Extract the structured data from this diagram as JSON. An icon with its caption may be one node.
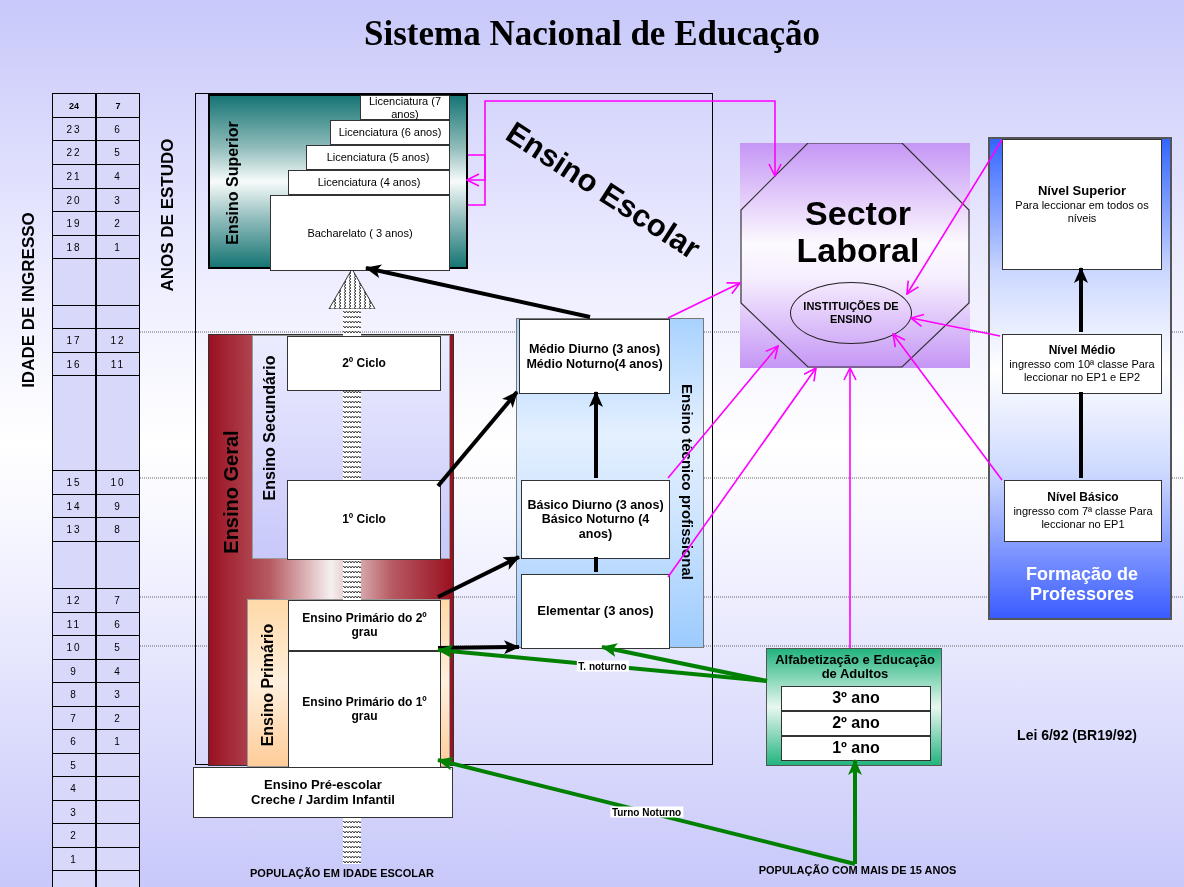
{
  "diagram": {
    "title": "Sistema Nacional de Educação",
    "nodes": [
      {
        "text": [
          "Ensino Escolar"
        ]
      },
      {
        "text": [
          "Ensino Superior"
        ],
        "in": 0
      },
      {
        "text": [
          "Licenciatura (7 anos)"
        ],
        "in": 1
      },
      {
        "text": [
          "Licenciatura (6 anos)"
        ],
        "in": 1
      },
      {
        "text": [
          "Licenciatura (5 anos)"
        ],
        "in": 1
      },
      {
        "text": [
          "Licenciatura (4 anos)"
        ],
        "in": 1
      },
      {
        "text": [
          "Bacharelato ( 3 anos)"
        ],
        "in": 1
      },
      {
        "text": [
          "Ensino Geral"
        ],
        "in": 0
      },
      {
        "text": [
          "Ensino Secundário"
        ],
        "in": 7
      },
      {
        "text": [
          "2º Ciclo"
        ],
        "in": 8
      },
      {
        "text": [
          "1º Ciclo"
        ],
        "in": 8
      },
      {
        "text": [
          "Ensino Primário"
        ],
        "in": 7
      },
      {
        "text": [
          "Ensino Primário do 2º grau"
        ],
        "in": 11
      },
      {
        "text": [
          "Ensino Primário do 1º grau"
        ],
        "in": 11
      },
      {
        "text": [
          "Ensino técnico profissional"
        ],
        "in": 0
      },
      {
        "text": [
          "Médio Diurno (3 anos)",
          "Médio Noturno(4 anos)"
        ],
        "in": 14
      },
      {
        "text": [
          "Básico Diurno (3 anos)",
          "Básico Noturno (4 anos)"
        ],
        "in": 14
      },
      {
        "text": [
          "Elementar (3 anos)"
        ],
        "in": 14
      },
      {
        "text": [
          "Ensino Pré-escolar",
          "Creche / Jardim Infantil"
        ]
      },
      {
        "text": [
          "Sector Laboral"
        ]
      },
      {
        "text": [
          "INSTITUIÇÕES DE ENSINO"
        ],
        "in": 19
      },
      {
        "text": [
          "Formação de Professores"
        ]
      },
      {
        "text": [
          "Nível Superior",
          "Para leccionar em todos os níveis"
        ],
        "in": 21
      },
      {
        "text": [
          "Nível Médio",
          "ingresso com 10ª classe Para leccionar no EP1 e EP2"
        ],
        "in": 21
      },
      {
        "text": [
          "Nível Básico",
          "ingresso com 7ª classe Para leccionar no EP1"
        ],
        "in": 21
      },
      {
        "text": [
          "Alfabetização e Educação de Adultos"
        ]
      },
      {
        "text": [
          "3º ano"
        ],
        "in": 25
      },
      {
        "text": [
          "2º ano"
        ],
        "in": 25
      },
      {
        "text": [
          "1º ano"
        ],
        "in": 25
      },
      {
        "text": [
          "POPULAÇÃO COM MAIS DE 15 ANOS"
        ]
      }
    ],
    "edges": [
      {
        "from": 1,
        "to": 19,
        "arrow": "both",
        "color": "#ff00ff"
      },
      {
        "from": 15,
        "to": 6,
        "arrow": "to",
        "color": "#000000"
      },
      {
        "from": 10,
        "to": 15,
        "arrow": "to",
        "color": "#000000"
      },
      {
        "from": 16,
        "to": 15,
        "arrow": "to",
        "color": "#000000"
      },
      {
        "from": 17,
        "to": 16,
        "arrow": "none",
        "color": "#000000"
      },
      {
        "from": 12,
        "to": 16,
        "arrow": "to",
        "color": "#000000"
      },
      {
        "from": 12,
        "to": 17,
        "arrow": "to",
        "color": "#000000"
      },
      {
        "from": 15,
        "to": 19,
        "arrow": "to",
        "color": "#ff00ff"
      },
      {
        "from": 16,
        "to": 19,
        "arrow": "to",
        "color": "#ff00ff"
      },
      {
        "from": 17,
        "to": 19,
        "arrow": "to",
        "color": "#ff00ff"
      },
      {
        "from": 25,
        "to": 19,
        "arrow": "to",
        "color": "#ff00ff"
      },
      {
        "from": 24,
        "to": 23,
        "arrow": "none",
        "color": "#000000"
      },
      {
        "from": 23,
        "to": 22,
        "arrow": "to",
        "color": "#000000"
      },
      {
        "from": 22,
        "to": 20,
        "arrow": "to",
        "color": "#ff00ff"
      },
      {
        "from": 23,
        "to": 20,
        "arrow": "to",
        "color": "#ff00ff"
      },
      {
        "from": 24,
        "to": 20,
        "arrow": "to",
        "color": "#ff00ff"
      },
      {
        "from": 25,
        "to": 13,
        "arrow": "to",
        "label": "T. noturno",
        "color": "#008000"
      },
      {
        "from": 25,
        "to": 17,
        "arrow": "to",
        "color": "#008000"
      },
      {
        "from": 29,
        "to": 13,
        "arrow": "to",
        "label": "Turno Noturno",
        "color": "#008000"
      },
      {
        "from": 29,
        "to": 28,
        "arrow": "to",
        "color": "#008000"
      }
    ],
    "labels": [
      "IDADE DE INGRESSO",
      "ANOS DE ESTUDO",
      "24",
      "7",
      "23",
      "6",
      "22",
      "5",
      "21",
      "4",
      "20",
      "3",
      "19",
      "2",
      "18",
      "1",
      "17",
      "12",
      "16",
      "11",
      "15",
      "10",
      "14",
      "9",
      "13",
      "8",
      "12",
      "7",
      "11",
      "6",
      "10",
      "5",
      "9",
      "4",
      "8",
      "3",
      "7",
      "2",
      "6",
      "1",
      "5",
      "4",
      "3",
      "2",
      "1",
      "Lei 6/92 (BR19/92)",
      "POPULAÇÃO EM IDADE ESCOLAR"
    ]
  }
}
